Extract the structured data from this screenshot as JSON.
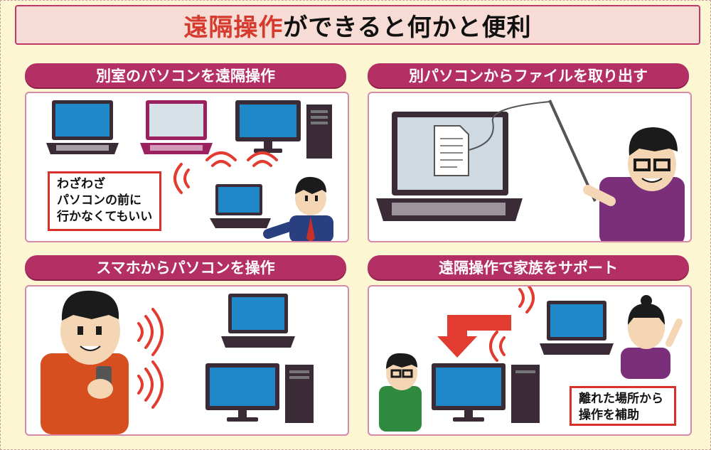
{
  "header": {
    "title_highlight": "遠隔操作",
    "title_rest": "ができると何かと便利"
  },
  "panels": [
    {
      "label": "別室のパソコンを遠隔操作"
    },
    {
      "label": "別パソコンからファイルを取り出す"
    },
    {
      "label": "スマホからパソコンを操作"
    },
    {
      "label": "遠隔操作で家族をサポート"
    }
  ],
  "callouts": {
    "remote_room": [
      "わざわざ",
      "パソコンの前に",
      "行かなくてもいい"
    ],
    "family_support": [
      "離れた場所から",
      "操作を補助"
    ]
  },
  "colors": {
    "accent": "#b42f63",
    "title_highlight": "#d63a2d",
    "background": "#fdf6d2",
    "screen_blue": "#1e88c9",
    "device_dark": "#3b2b36",
    "wave_red": "#e23b2f"
  }
}
